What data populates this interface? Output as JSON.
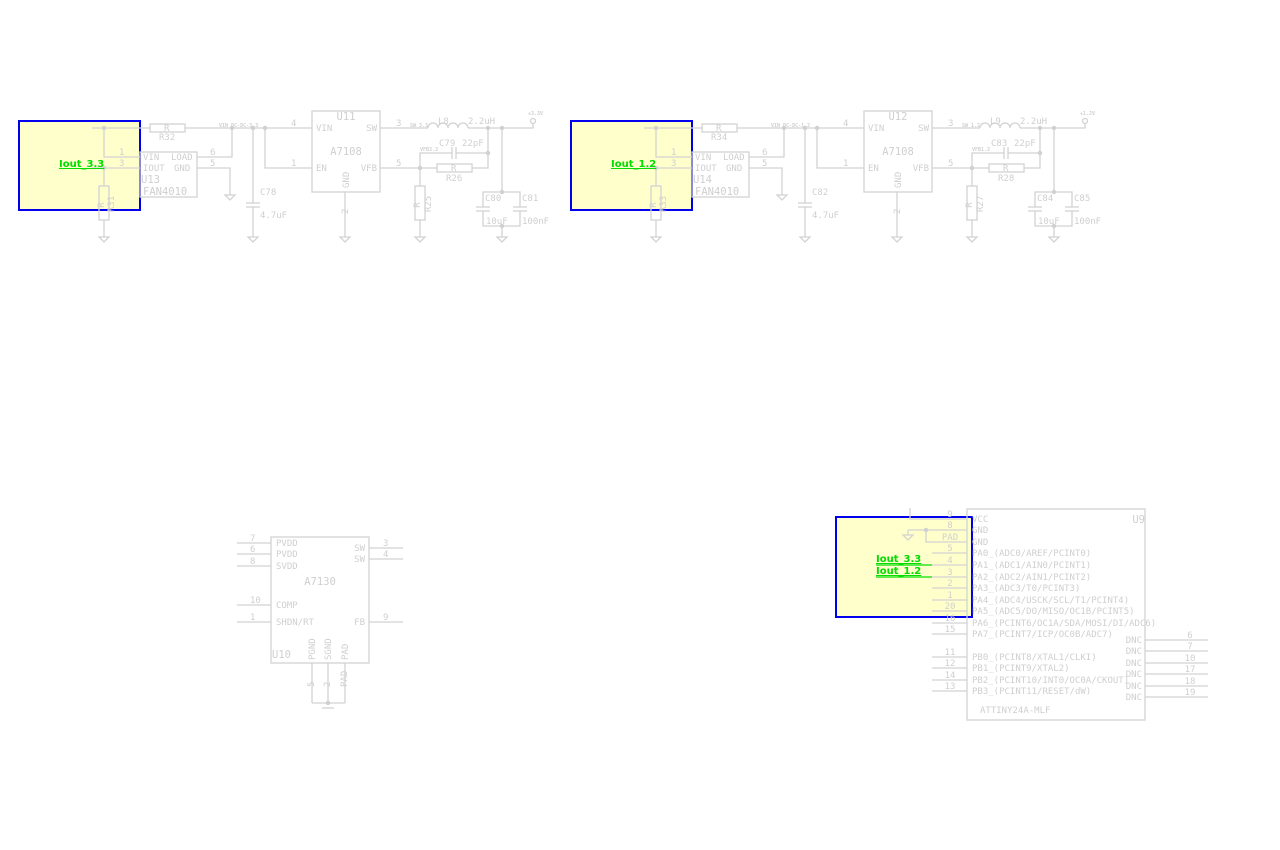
{
  "regulators": [
    {
      "current_net": "Iout_3.3",
      "sense": {
        "ref": "U13",
        "part": "FAN4010",
        "pin_vin": "VIN",
        "pin_iout": "IOUT",
        "pin_load": "LOAD",
        "pin_gnd": "GND",
        "num_vin": "1",
        "num_iout": "3",
        "num_load": "6",
        "num_gnd": "5"
      },
      "r_series": {
        "ref": "R32",
        "val": "R"
      },
      "r_sense": {
        "ref": "R31",
        "val": "R"
      },
      "vin_net": "VIN_DC-DC-3.3",
      "c_in": {
        "ref": "C78",
        "val": "4.7uF"
      },
      "reg": {
        "ref": "U11",
        "part": "A7108",
        "pin_vin": "VIN",
        "pin_sw": "SW",
        "pin_en": "EN",
        "pin_vfb": "VFB",
        "pin_gnd": "GND",
        "num_vin": "4",
        "num_sw": "3",
        "num_en": "1",
        "num_vfb": "5",
        "num_gnd": "2"
      },
      "sw_net": "SW_3.3",
      "inductor": {
        "ref": "L8",
        "val": "2.2uH"
      },
      "vfb_net": "VFB3.3",
      "c_ff": {
        "ref": "C79",
        "val": "22pF"
      },
      "r_fb_top": {
        "ref": "R26",
        "val": "R"
      },
      "r_fb_bot": {
        "ref": "R25",
        "val": "R"
      },
      "c_out1": {
        "ref": "C80",
        "val": "10uF"
      },
      "c_out2": {
        "ref": "C81",
        "val": "100nF"
      },
      "out_net": "+3.3V"
    },
    {
      "current_net": "Iout_1.2",
      "sense": {
        "ref": "U14",
        "part": "FAN4010",
        "pin_vin": "VIN",
        "pin_iout": "IOUT",
        "pin_load": "LOAD",
        "pin_gnd": "GND",
        "num_vin": "1",
        "num_iout": "3",
        "num_load": "6",
        "num_gnd": "5"
      },
      "r_series": {
        "ref": "R34",
        "val": "R"
      },
      "r_sense": {
        "ref": "R33",
        "val": "R"
      },
      "vin_net": "VIN_DC-DC-1.2",
      "c_in": {
        "ref": "C82",
        "val": "4.7uF"
      },
      "reg": {
        "ref": "U12",
        "part": "A7108",
        "pin_vin": "VIN",
        "pin_sw": "SW",
        "pin_en": "EN",
        "pin_vfb": "VFB",
        "pin_gnd": "GND",
        "num_vin": "4",
        "num_sw": "3",
        "num_en": "1",
        "num_vfb": "5",
        "num_gnd": "2"
      },
      "sw_net": "SW_1.2",
      "inductor": {
        "ref": "L9",
        "val": "2.2uH"
      },
      "vfb_net": "VFB1.2",
      "c_ff": {
        "ref": "C83",
        "val": "22pF"
      },
      "r_fb_top": {
        "ref": "R28",
        "val": "R"
      },
      "r_fb_bot": {
        "ref": "R27",
        "val": "R"
      },
      "c_out1": {
        "ref": "C84",
        "val": "10uF"
      },
      "c_out2": {
        "ref": "C85",
        "val": "100nF"
      },
      "out_net": "+1.2V"
    }
  ],
  "u10": {
    "ref": "U10",
    "part": "A7130",
    "left_pins": [
      {
        "num": "7",
        "name": "PVDD"
      },
      {
        "num": "6",
        "name": "PVDD"
      },
      {
        "num": "8",
        "name": "SVDD"
      },
      {
        "num": "10",
        "name": "COMP"
      },
      {
        "num": "1",
        "name": "SHDN/RT"
      }
    ],
    "right_pins": [
      {
        "num": "3",
        "name": "SW"
      },
      {
        "num": "4",
        "name": "SW"
      },
      {
        "num": "9",
        "name": "FB"
      }
    ],
    "bottom_pins": [
      {
        "num": "5",
        "name": "PGND"
      },
      {
        "num": "2",
        "name": "SGND"
      },
      {
        "num": "PAD",
        "name": "PAD"
      }
    ]
  },
  "u9": {
    "ref": "U9",
    "part": "ATTINY24A-MLF",
    "left_pins": [
      {
        "num": "9",
        "name": "VCC"
      },
      {
        "num": "8",
        "name": "GND"
      },
      {
        "num": "PAD",
        "name": "GND"
      },
      {
        "num": "5",
        "name": "PA0_(ADC0/AREF/PCINT0)"
      },
      {
        "num": "4",
        "name": "PA1_(ADC1/AIN0/PCINT1)"
      },
      {
        "num": "3",
        "name": "PA2_(ADC2/AIN1/PCINT2)"
      },
      {
        "num": "2",
        "name": "PA3_(ADC3/T0/PCINT3)"
      },
      {
        "num": "1",
        "name": "PA4_(ADC4/USCK/SCL/T1/PCINT4)"
      },
      {
        "num": "20",
        "name": "PA5_(ADC5/DO/MISO/OC1B/PCINT5)"
      },
      {
        "num": "16",
        "name": "PA6_(PCINT6/OC1A/SDA/MOSI/DI/ADC6)"
      },
      {
        "num": "15",
        "name": "PA7_(PCINT7/ICP/OC0B/ADC7)"
      },
      {
        "num": "11",
        "name": "PB0_(PCINT8/XTAL1/CLKI)"
      },
      {
        "num": "12",
        "name": "PB1_(PCINT9/XTAL2)"
      },
      {
        "num": "14",
        "name": "PB2_(PCINT10/INT0/OC0A/CKOUT)"
      },
      {
        "num": "13",
        "name": "PB3_(PCINT11/RESET/dW)"
      }
    ],
    "right_pins": [
      {
        "num": "6",
        "name": "DNC"
      },
      {
        "num": "7",
        "name": "DNC"
      },
      {
        "num": "10",
        "name": "DNC"
      },
      {
        "num": "17",
        "name": "DNC"
      },
      {
        "num": "18",
        "name": "DNC"
      },
      {
        "num": "19",
        "name": "DNC"
      }
    ],
    "net_labels": [
      "Iout_3.3",
      "Iout_1.2"
    ]
  }
}
